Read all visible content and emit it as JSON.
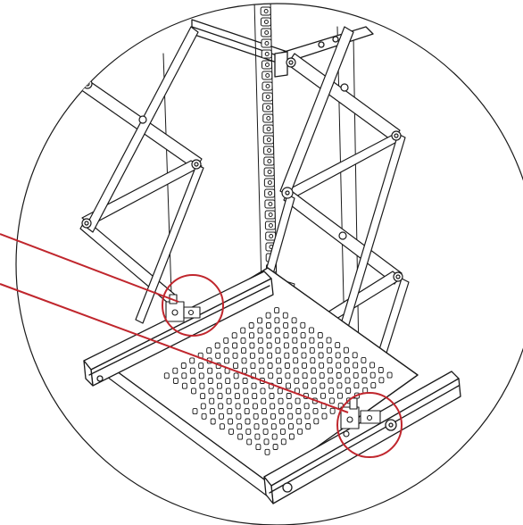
{
  "drawing": {
    "line_color": "#1a1a1a",
    "callout_color": "#c0262d",
    "background": "#ffffff",
    "callouts": [
      {
        "name": "left-bracket-detail"
      },
      {
        "name": "right-bracket-detail"
      }
    ],
    "perforation_grid": {
      "rows": 14,
      "cols": 16
    }
  }
}
